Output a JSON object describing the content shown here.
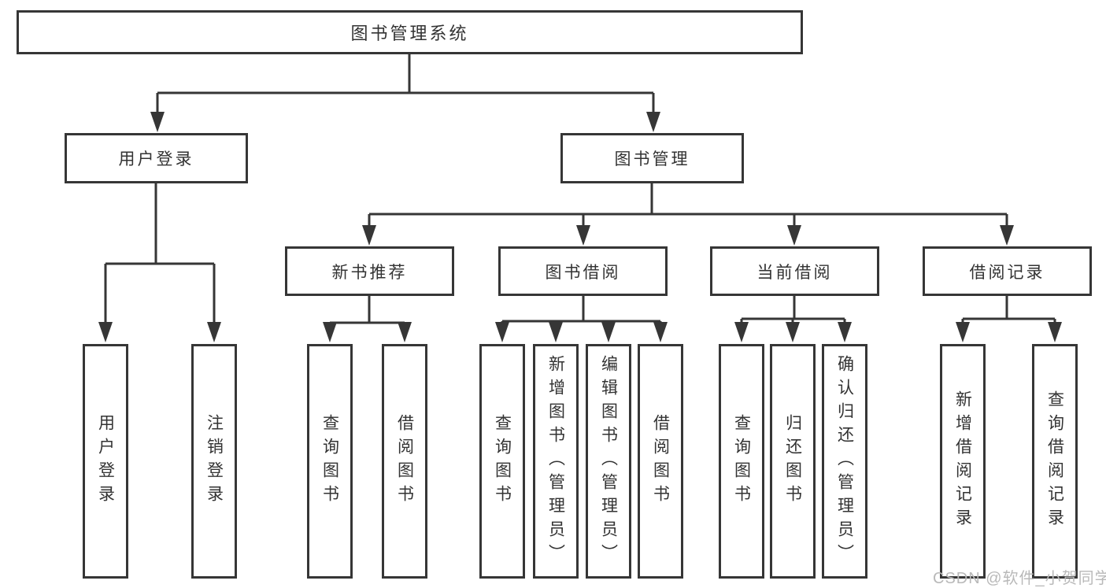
{
  "diagram": {
    "root": {
      "label": "图书管理系统"
    },
    "branches": [
      {
        "label": "用户登录",
        "children": [
          {
            "label": "用户登录"
          },
          {
            "label": "注销登录"
          }
        ]
      },
      {
        "label": "图书管理",
        "children": [
          {
            "label": "新书推荐",
            "children": [
              {
                "label": "查询图书"
              },
              {
                "label": "借阅图书"
              }
            ]
          },
          {
            "label": "图书借阅",
            "children": [
              {
                "label": "查询图书"
              },
              {
                "label": "新增图书（管理员）"
              },
              {
                "label": "编辑图书（管理员）"
              },
              {
                "label": "借阅图书"
              }
            ]
          },
          {
            "label": "当前借阅",
            "children": [
              {
                "label": "查询图书"
              },
              {
                "label": "归还图书"
              },
              {
                "label": "确认归还（管理员）"
              }
            ]
          },
          {
            "label": "借阅记录",
            "children": [
              {
                "label": "新增借阅记录"
              },
              {
                "label": "查询借阅记录"
              }
            ]
          }
        ]
      }
    ]
  },
  "watermark": {
    "text": "CSDN @软件_小贺同学"
  },
  "colors": {
    "line": "#363636",
    "text": "#333333",
    "watermark": "#b9b9b9",
    "background": "#ffffff"
  }
}
